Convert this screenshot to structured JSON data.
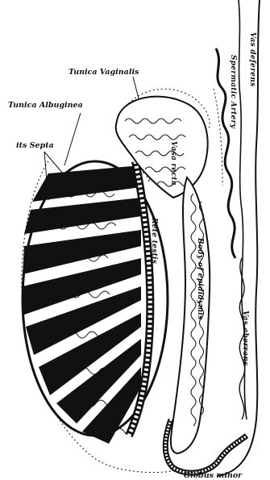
{
  "labels": {
    "tunica_vaginalis": "Tunica Vaginalis",
    "tunica_albuginea": "Tunica Albuginea",
    "septa": "its Septa",
    "vas_deferens_top": "Vas deferens",
    "spermatic_artery": "Spermatic Artery",
    "rete_testis": "Rete testis",
    "body_epididymis": "Body of epididymis",
    "vasa_recta": "Vasa recta",
    "vas_aberrans": "Vas aberrans",
    "globus_minor": "Globus minor"
  },
  "colors": {
    "ink": "#111111",
    "paper": "#ffffff"
  }
}
